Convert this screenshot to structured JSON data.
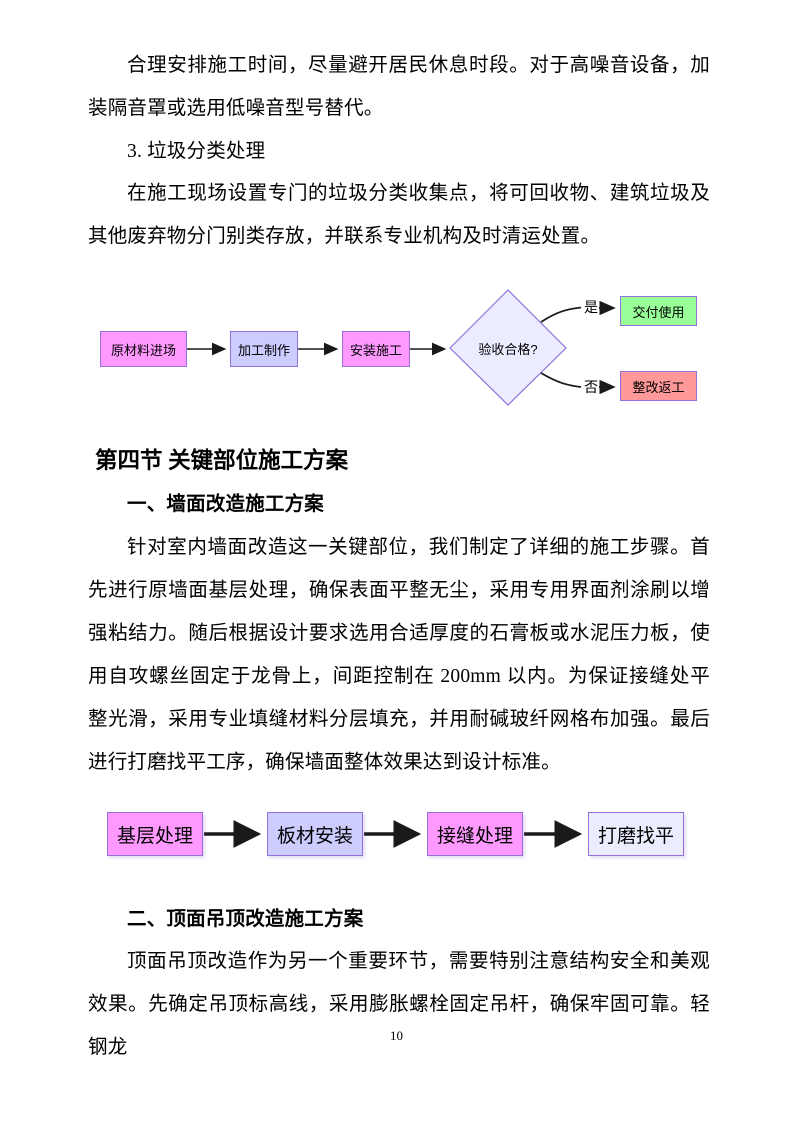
{
  "document": {
    "page_number": "10",
    "para_noise": "合理安排施工时间，尽量避开居民休息时段。对于高噪音设备，加装隔音罩或选用低噪音型号替代。",
    "heading_waste": "3. 垃圾分类处理",
    "para_waste": "在施工现场设置专门的垃圾分类收集点，将可回收物、建筑垃圾及其他废弃物分门别类存放，并联系专业机构及时清运处置。",
    "section4_title": "第四节 关键部位施工方案",
    "sub1_title": "一、墙面改造施工方案",
    "para_wall": "针对室内墙面改造这一关键部位，我们制定了详细的施工步骤。首先进行原墙面基层处理，确保表面平整无尘，采用专用界面剂涂刷以增强粘结力。随后根据设计要求选用合适厚度的石膏板或水泥压力板，使用自攻螺丝固定于龙骨上，间距控制在 200mm 以内。为保证接缝处平整光滑，采用专业填缝材料分层填充，并用耐碱玻纤网格布加强。最后进行打磨找平工序，确保墙面整体效果达到设计标准。",
    "sub2_title": "二、顶面吊顶改造施工方案",
    "para_ceiling": "顶面吊顶改造作为另一个重要环节，需要特别注意结构安全和美观效果。先确定吊顶标高线，采用膨胀螺栓固定吊杆，确保牢固可靠。轻钢龙"
  },
  "flowchart1": {
    "nodes": [
      {
        "label": "原材料进场",
        "fill": "#FF99FF",
        "shape": "rect"
      },
      {
        "label": "加工制作",
        "fill": "#CCCCFF",
        "shape": "rect"
      },
      {
        "label": "安装施工",
        "fill": "#FF99FF",
        "shape": "rect"
      },
      {
        "label": "验收合格?",
        "fill": "#ECECFF",
        "shape": "diamond"
      },
      {
        "label": "交付使用",
        "fill": "#99FF99",
        "shape": "rect"
      },
      {
        "label": "整改返工",
        "fill": "#FF9999",
        "shape": "rect"
      }
    ],
    "edge_label_yes": "是",
    "edge_label_no": "否"
  },
  "flowchart2": {
    "nodes": [
      {
        "label": "基层处理",
        "fill": "#FF99FF",
        "shape": "rect"
      },
      {
        "label": "板材安装",
        "fill": "#CCCCFF",
        "shape": "rect"
      },
      {
        "label": "接缝处理",
        "fill": "#FF99FF",
        "shape": "rect"
      },
      {
        "label": "打磨找平",
        "fill": "#ECECFF",
        "shape": "rect"
      }
    ]
  },
  "colors": {
    "node_border": "#9370DB",
    "node_pink": "#FF99FF",
    "node_lavender": "#CCCCFF",
    "node_light_lavender": "#ECECFF",
    "node_green": "#99FF99",
    "node_red": "#FF9999",
    "arrow": "#1A1A1A",
    "text": "#000000",
    "page_background": "#FFFFFF"
  }
}
